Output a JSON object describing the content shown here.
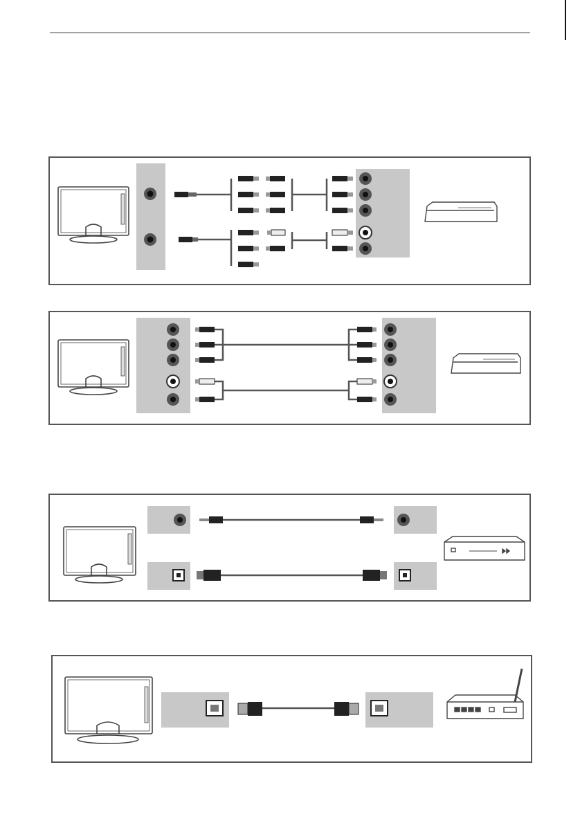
{
  "page": {
    "background": "#ffffff",
    "border_color": "#555555",
    "jack_panel_color": "#c8c8c8",
    "cable_color": "#555555"
  },
  "diagrams": [
    {
      "name": "component-av-adapter-diagram",
      "tv": "tv-icon",
      "device": "dvd-player-icon",
      "tv_jacks": 2,
      "device_jacks": 5
    },
    {
      "name": "component-av-cable-diagram",
      "tv": "tv-icon",
      "device": "dvd-player-icon",
      "tv_jacks": 5,
      "device_jacks": 5
    },
    {
      "name": "audio-output-diagram",
      "tv": "tv-icon",
      "device": "audio-amplifier-icon",
      "connectors": [
        "earphone-jack",
        "optical-spdif"
      ]
    },
    {
      "name": "lan-diagram",
      "tv": "tv-icon",
      "device": "router-icon",
      "connectors": [
        "rj45-ethernet"
      ]
    }
  ]
}
